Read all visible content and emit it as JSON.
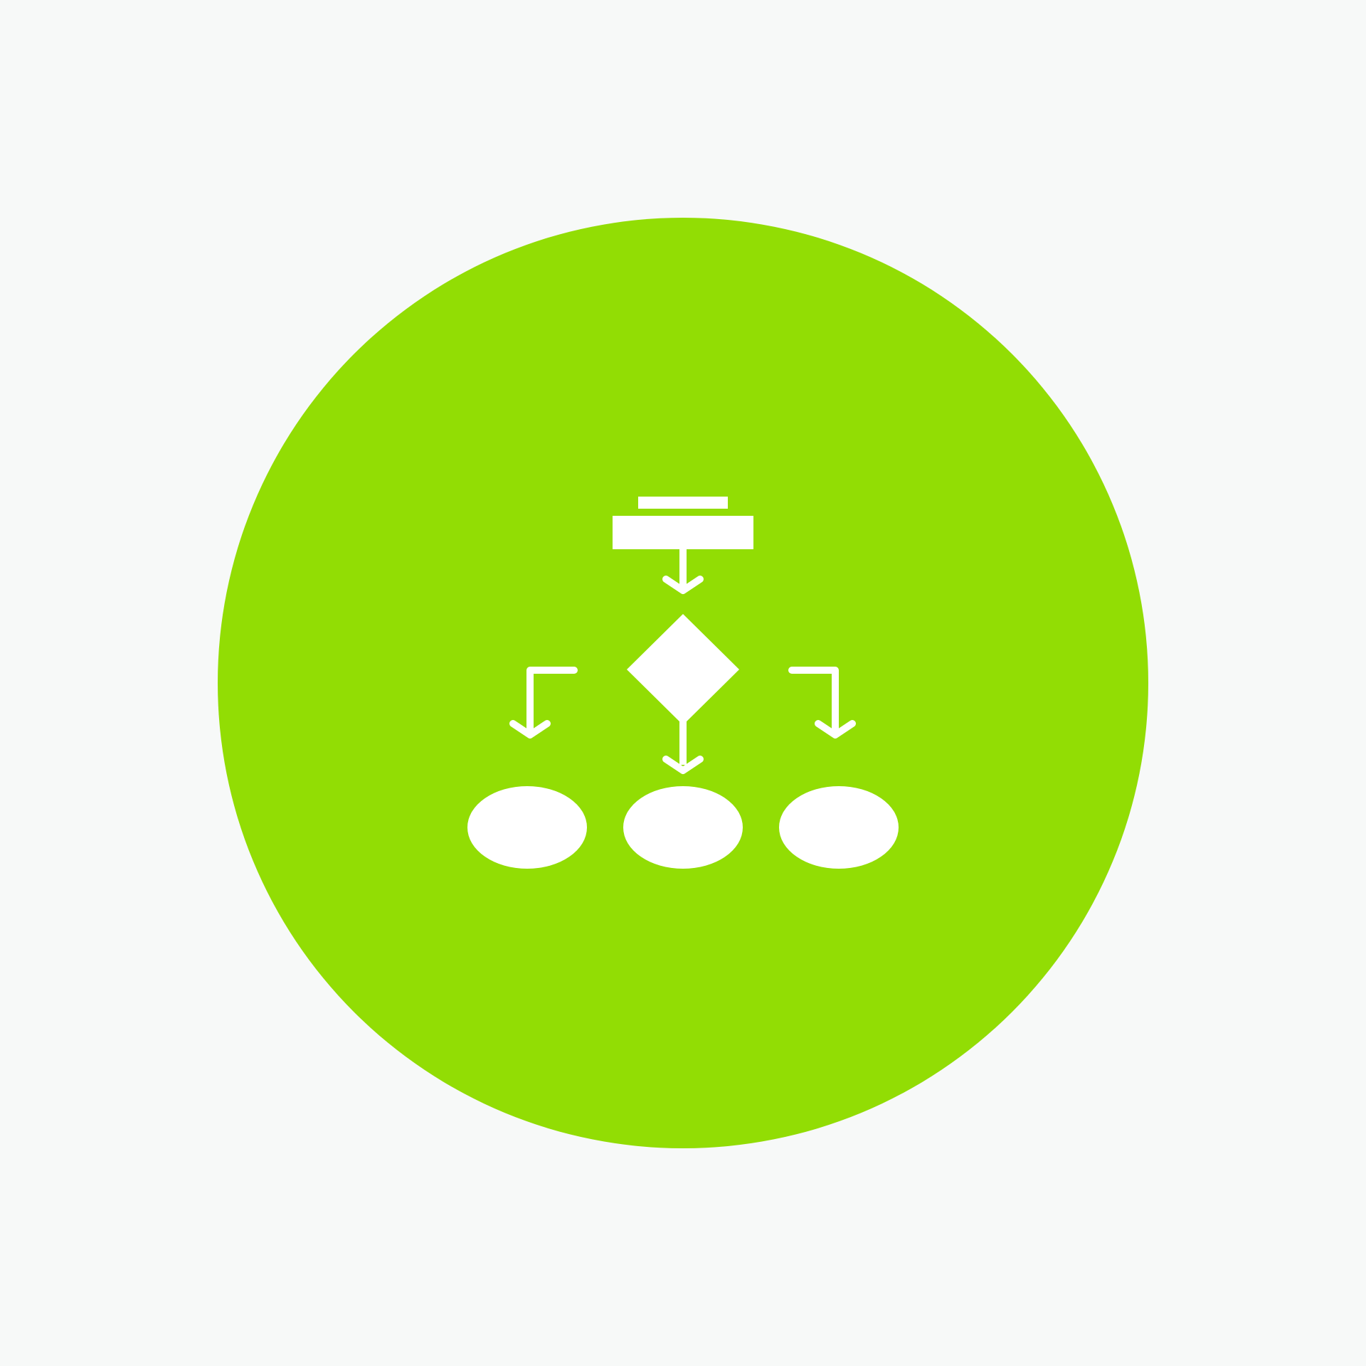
{
  "colors": {
    "background": "#f7f9f8",
    "circle": "#92dd04",
    "glyph": "#ffffff"
  },
  "icon": {
    "name": "flowchart-icon",
    "elements": [
      "start-bar",
      "process-block",
      "decision-diamond",
      "three-outcome-ellipses",
      "connector-arrows"
    ]
  }
}
